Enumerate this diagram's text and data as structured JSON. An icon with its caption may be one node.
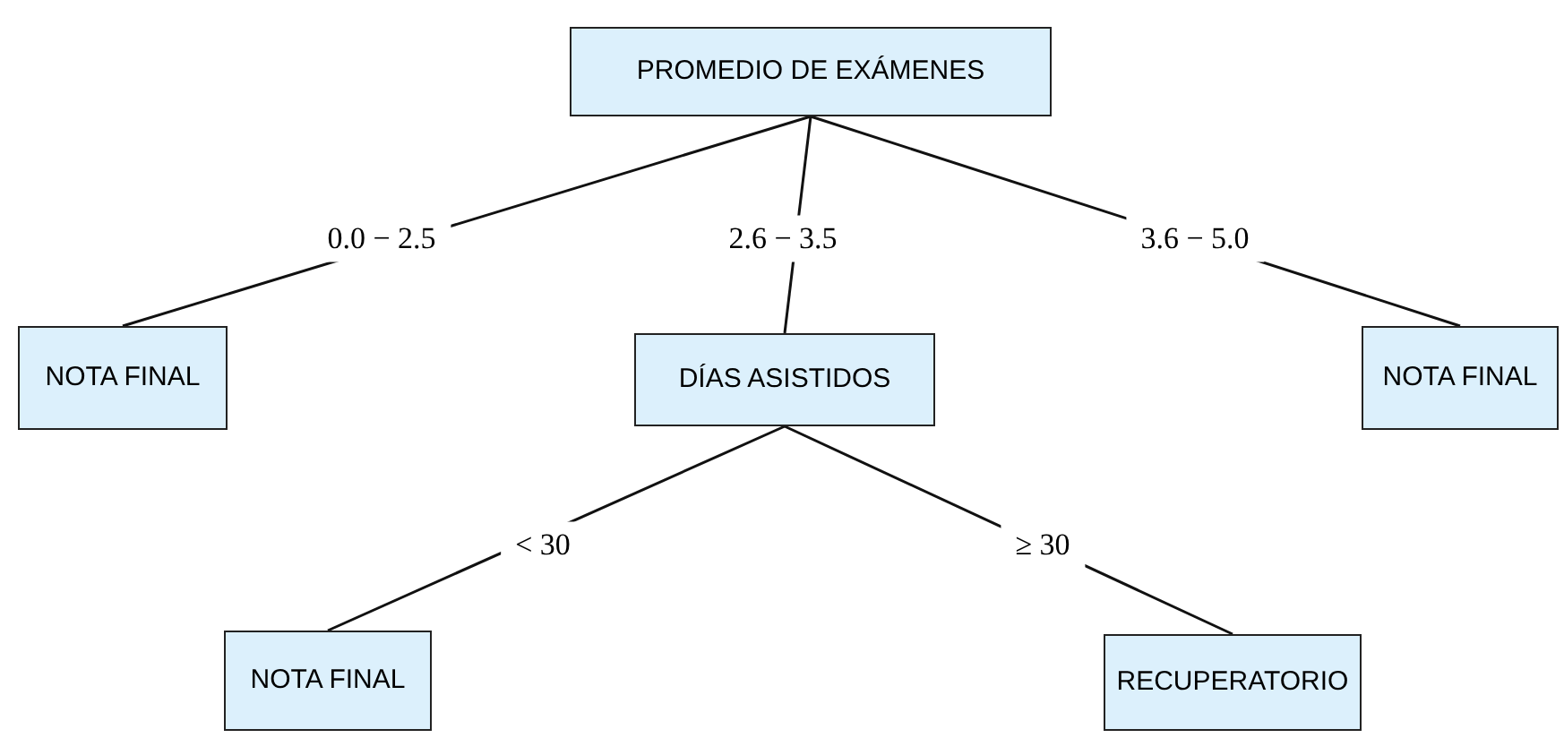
{
  "diagram": {
    "nodes": [
      {
        "text": [
          "PROMEDIO DE EXÁMENES"
        ]
      },
      {
        "text": [
          "NOTA FINAL"
        ]
      },
      {
        "text": [
          "DÍAS ASISTIDOS"
        ]
      },
      {
        "text": [
          "NOTA FINAL"
        ]
      },
      {
        "text": [
          "NOTA FINAL"
        ]
      },
      {
        "text": [
          "RECUPERATORIO"
        ]
      }
    ],
    "edges": [
      {
        "from": 0,
        "to": 1,
        "arrow": "none",
        "label": "0.0 − 2.5"
      },
      {
        "from": 0,
        "to": 2,
        "arrow": "none",
        "label": "2.6 − 3.5"
      },
      {
        "from": 0,
        "to": 3,
        "arrow": "none",
        "label": "3.6 − 5.0"
      },
      {
        "from": 2,
        "to": 4,
        "arrow": "none",
        "label": "< 30"
      },
      {
        "from": 2,
        "to": 5,
        "arrow": "none",
        "label": "≥ 30"
      }
    ]
  }
}
